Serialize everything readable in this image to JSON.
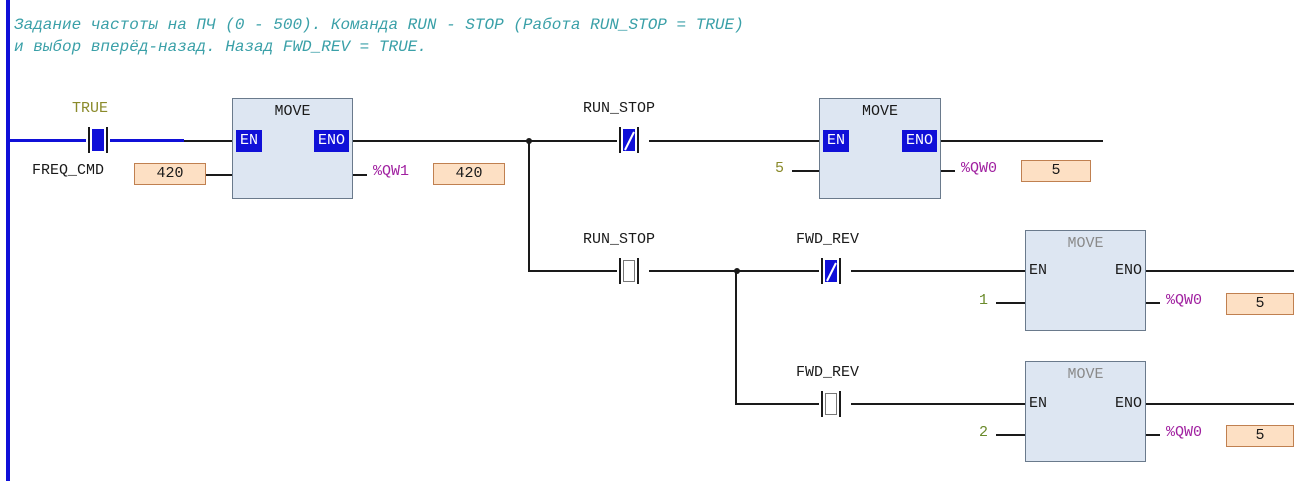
{
  "comment": {
    "line1": "Задание частоты на ПЧ (0 - 500). Команда RUN - STOP (Работа RUN_STOP = TRUE)",
    "line2": "и выбор вперёд-назад. Назад FWD_REV = TRUE."
  },
  "rung1": {
    "contact_true": "TRUE",
    "freq_label": "FREQ_CMD",
    "freq_value": "420",
    "move1": {
      "title": "MOVE",
      "en": "EN",
      "eno": "ENO",
      "out_addr": "%QW1",
      "out_value": "420"
    },
    "run_stop_nc": "RUN_STOP",
    "move2": {
      "title": "MOVE",
      "en": "EN",
      "eno": "ENO",
      "in_value": "5",
      "out_addr": "%QW0",
      "out_value": "5"
    }
  },
  "branch1": {
    "run_stop_no": "RUN_STOP",
    "fwd_rev_nc": "FWD_REV",
    "move3": {
      "title": "MOVE",
      "en": "EN",
      "eno": "ENO",
      "in_value": "1",
      "out_addr": "%QW0",
      "out_value": "5"
    }
  },
  "branch2": {
    "fwd_rev_no": "FWD_REV",
    "move4": {
      "title": "MOVE",
      "en": "EN",
      "eno": "ENO",
      "in_value": "2",
      "out_addr": "%QW0",
      "out_value": "5"
    }
  },
  "colors": {
    "rail": "#1010d8",
    "comment": "#3aa0a8",
    "value_box": "#fde0c4",
    "fb_fill": "#dde6f2",
    "address": "#a020a0"
  }
}
